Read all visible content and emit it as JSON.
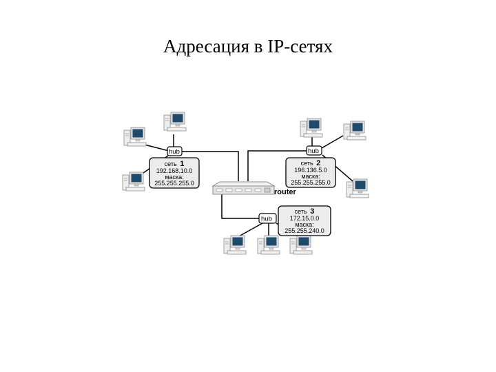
{
  "title": "Адресация в IP-сетях",
  "router": {
    "label": "router"
  },
  "hubs": [
    {
      "label": "hub"
    },
    {
      "label": "hub"
    },
    {
      "label": "hub"
    }
  ],
  "networks": [
    {
      "name_prefix": "сеть",
      "number": "1",
      "address": "192.168.10.0",
      "mask_label": "маска:",
      "mask": "255.255.255.0"
    },
    {
      "name_prefix": "сеть",
      "number": "2",
      "address": "196.136.5.0",
      "mask_label": "маска:",
      "mask": "255.255.255.0"
    },
    {
      "name_prefix": "сеть",
      "number": "3",
      "address": "172.15.0.0",
      "mask_label": "маска:",
      "mask": "255.255.240.0"
    }
  ],
  "icons": {
    "computer": "desktop-computer-icon",
    "router": "router-icon",
    "hub": "hub-icon"
  }
}
